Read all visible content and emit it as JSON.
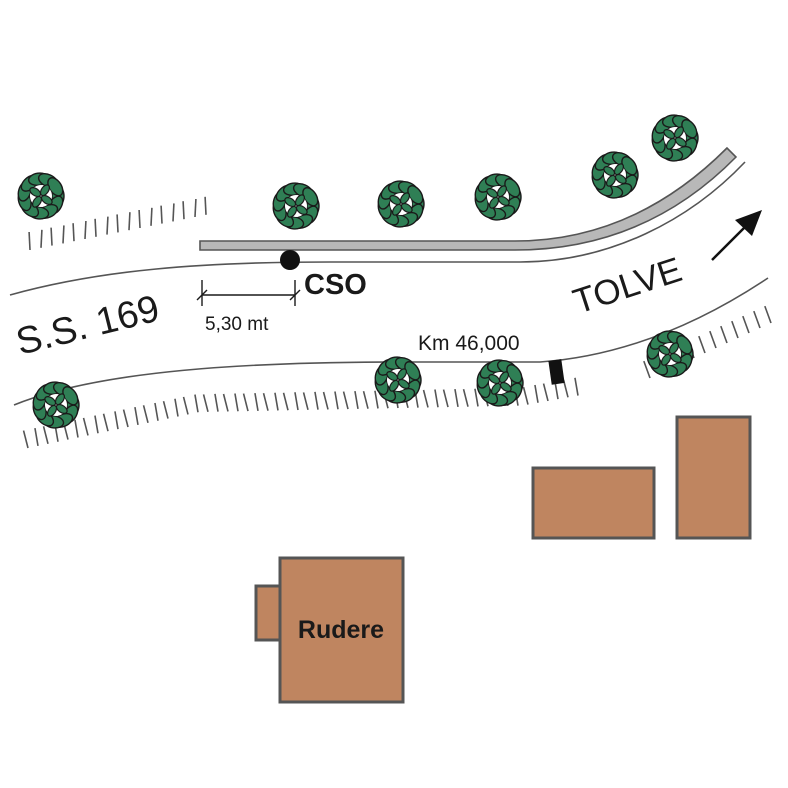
{
  "road": {
    "name": "S.S. 169",
    "direction": "TOLVE"
  },
  "point": {
    "label": "CSO"
  },
  "offset": {
    "label": "5,30 mt"
  },
  "kilometre_marker": {
    "label": "Km 46,000"
  },
  "buildings": {
    "ruin_label": "Rudere"
  },
  "colors": {
    "building_fill": "#bf8560",
    "tree_fill": "#2f7f55",
    "road_line": "#555555",
    "guardrail": "#b8b8b8"
  },
  "icons": {
    "tree": "tree-icon",
    "point": "point-marker-icon",
    "arrow": "direction-arrow-icon",
    "kilometre_post": "kilometre-post-icon"
  }
}
